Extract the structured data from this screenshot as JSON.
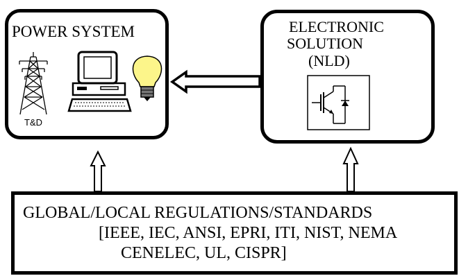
{
  "power_system": {
    "title": "POWER SYSTEM",
    "tower_label": "T&D",
    "icons": [
      "transmission-tower-icon",
      "computer-icon",
      "light-bulb-icon"
    ]
  },
  "electronic_solution": {
    "line1": "ELECTRONIC",
    "line2": "SOLUTION",
    "line3": "(NLD)",
    "icon": "igbt-transistor-icon"
  },
  "standards": {
    "line1": "GLOBAL/LOCAL REGULATIONS/STANDARDS",
    "line2": "[IEEE, IEC, ANSI, EPRI, ITI, NIST, NEMA",
    "line3": "CENELEC, UL, CISPR]"
  }
}
